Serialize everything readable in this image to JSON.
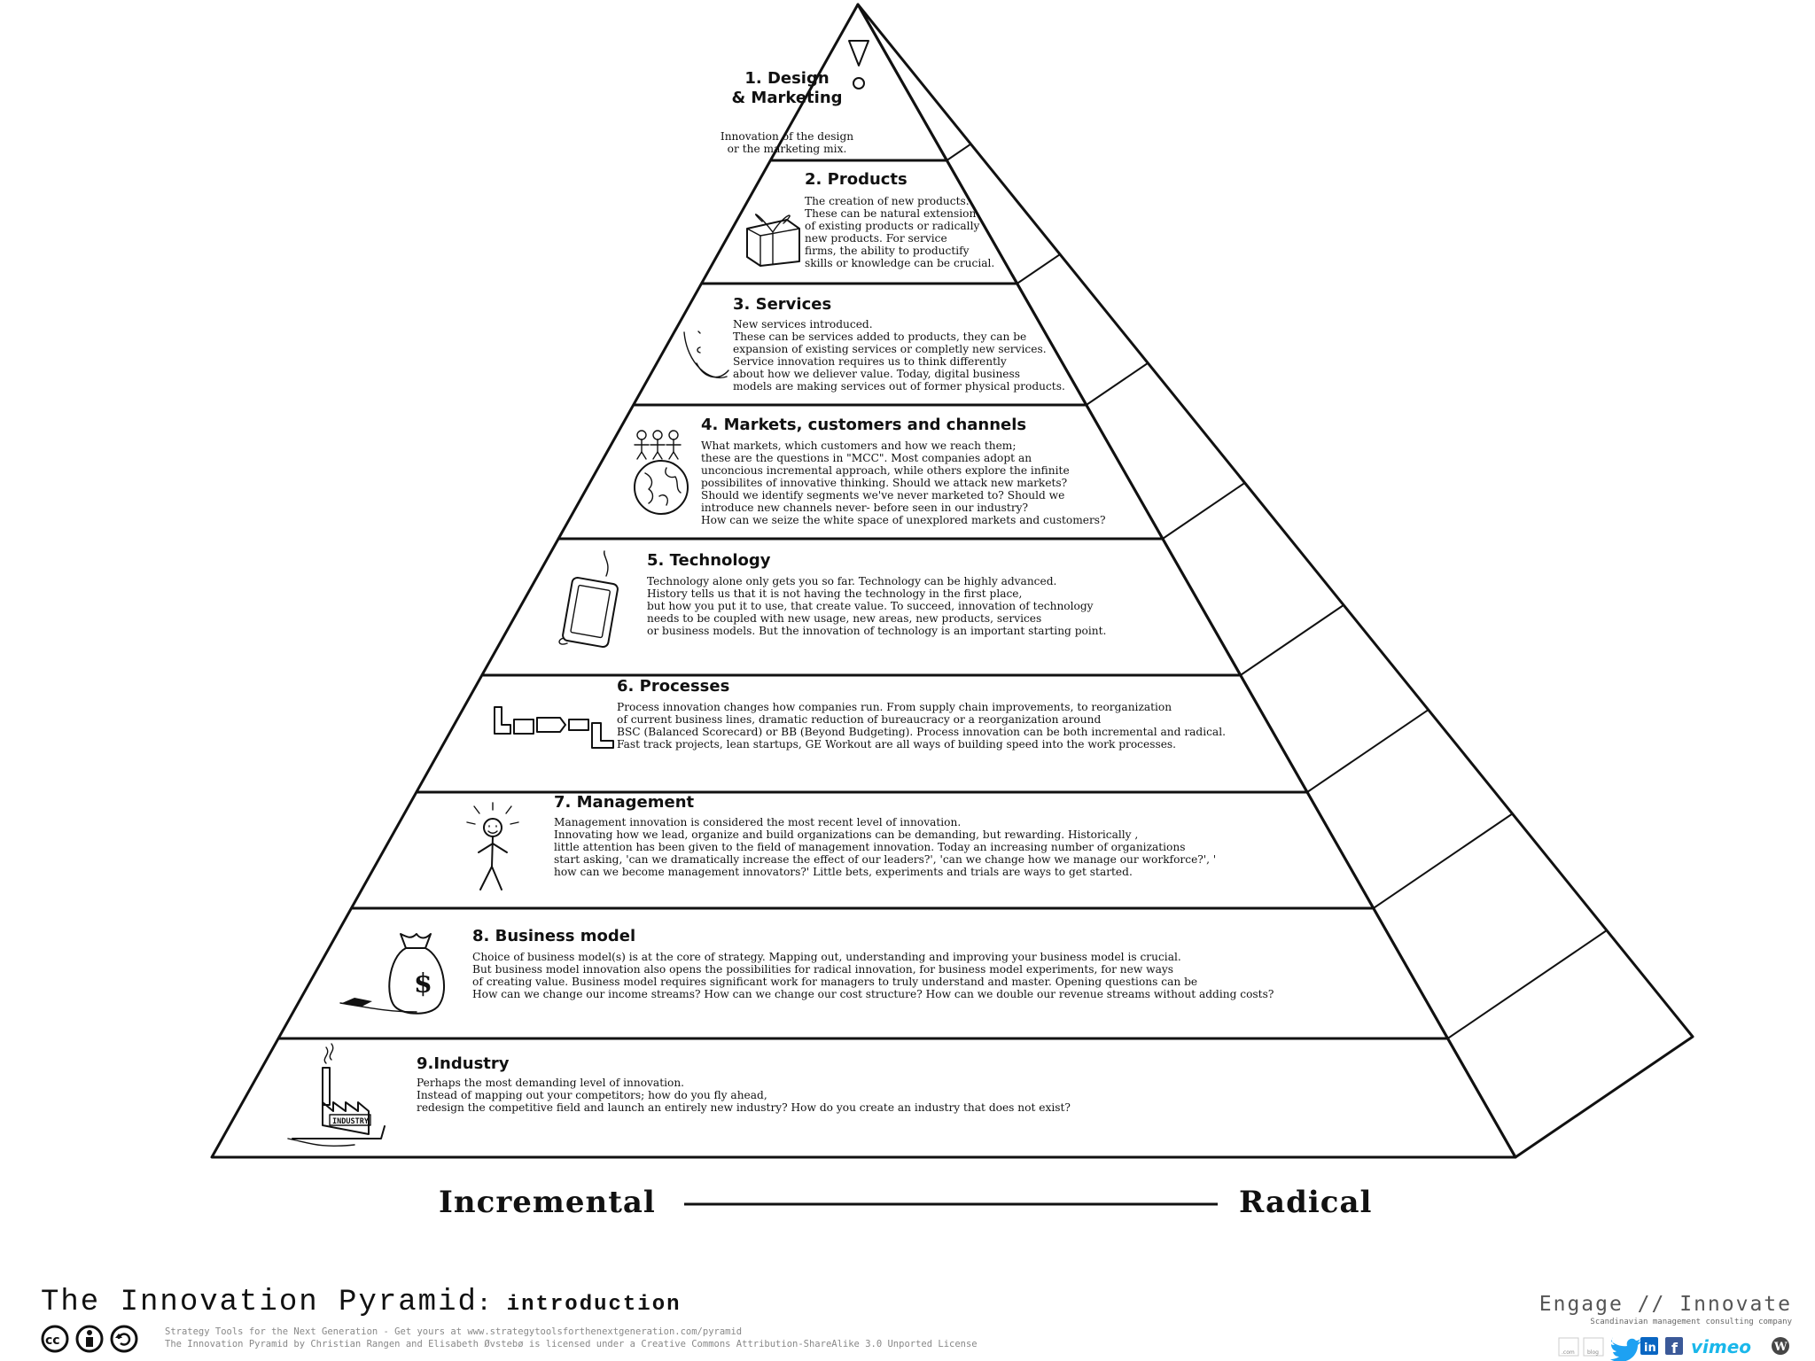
{
  "levels": [
    {
      "title": "1. Design\n& Marketing",
      "body": [
        "Innovation of the design",
        "or the marketing mix."
      ],
      "icon": "triangle-circle-icon"
    },
    {
      "title": "2. Products",
      "body": [
        "The creation of new products.",
        "These can be natural extension",
        "of existing products or radically",
        "new products. For service",
        "firms, the ability to productify",
        "skills or knowledge can be crucial."
      ],
      "icon": "gift-box-icon"
    },
    {
      "title": "3. Services",
      "body": [
        "New services introduced.",
        "These can be services added to products, they can be",
        "expansion of existing services or completly new services.",
        "Service innovation requires us to think differently",
        "about how we deliever value. Today, digital business",
        "models are making services out of former physical products."
      ],
      "icon": "smiley-face-icon"
    },
    {
      "title": "4. Markets, customers and channels",
      "body": [
        "What markets, which customers and how we reach them;",
        "these are the questions in \"MCC\". Most companies adopt an",
        "unconcious incremental approach, while others explore the infinite",
        "possibilites of innovative thinking. Should we attack new markets?",
        "Should we identify segments we've never marketed to? Should we",
        "introduce new channels never- before seen in our industry?",
        "How can we seize the white space of unexplored markets and customers?"
      ],
      "icon": "globe-people-icon"
    },
    {
      "title": "5. Technology",
      "body": [
        "Technology alone only gets you so far. Technology can be highly advanced.",
        "History tells us that it is not having the technology in the first place,",
        "but how you put it to use, that create value. To succeed, innovation of technology",
        "needs to be coupled with new usage, new areas, new products, services",
        "or business models. But the innovation of technology is an important starting point."
      ],
      "icon": "tablet-icon"
    },
    {
      "title": "6. Processes",
      "body": [
        "Process innovation changes how companies run. From supply chain improvements, to reorganization",
        "of current business lines, dramatic reduction of bureaucracy or a reorganization around",
        "BSC (Balanced Scorecard) or BB (Beyond Budgeting). Process innovation can be both incremental and radical.",
        "Fast track projects, lean startups, GE Workout are all ways of building speed into the work processes."
      ],
      "icon": "process-flow-icon"
    },
    {
      "title": "7. Management",
      "body": [
        "Management innovation is considered the most recent level of innovation.",
        "Innovating how we lead, organize and build organizations can be demanding, but rewarding. Historically ,",
        "little attention has been given to the field of management innovation. Today an increasing number of organizations",
        "start asking, 'can we dramatically increase the effect of our leaders?', 'can we change how we manage our workforce?', '",
        "how can we become management innovators?' Little bets, experiments and trials are ways to get started."
      ],
      "icon": "stick-figure-icon"
    },
    {
      "title": "8. Business model",
      "body": [
        "Choice of business model(s) is at the core of strategy. Mapping out, understanding and improving your business model is crucial.",
        "But business model innovation also opens the possibilities for radical innovation, for business model experiments, for new ways",
        "of creating value. Business model requires significant work for managers to truly understand and master. Opening questions can be",
        "How can we change our income streams? How can we change our cost structure? How can we double our revenue streams without adding costs?"
      ],
      "icon": "money-bag-icon"
    },
    {
      "title": "9.Industry",
      "body": [
        "Perhaps the most demanding level of innovation.",
        "Instead of mapping out your competitors;  how do you fly ahead,",
        "redesign the competitive field and launch an entirely new industry? How do you create an industry that does not exist?"
      ],
      "icon": "factory-icon",
      "icon_label": "INDUSTRY"
    }
  ],
  "axis": {
    "left": "Incremental",
    "right": "Radical"
  },
  "doc": {
    "title": "The Innovation Pyramid",
    "subtitle": ": introduction"
  },
  "footer": {
    "line1": "Strategy Tools for the Next Generation - Get yours at www.strategytoolsforthenextgeneration.com/pyramid",
    "line2": "The Innovation Pyramid by Christian Rangen and Elisabeth Øvstebø is licensed under a Creative Commons Attribution-ShareAlike 3.0 Unported License"
  },
  "license_icons": [
    "cc-icon",
    "by-icon",
    "sa-icon"
  ],
  "brand": {
    "name": "Engage // Innovate",
    "tagline": "Scandinavian management consulting company"
  },
  "social": [
    {
      "icon": "dotcom-icon",
      "label": ".com"
    },
    {
      "icon": "blog-icon",
      "label": "blog"
    },
    {
      "icon": "twitter-icon",
      "label": ""
    },
    {
      "icon": "linkedin-icon",
      "label": "in"
    },
    {
      "icon": "facebook-icon",
      "label": "f"
    },
    {
      "icon": "vimeo-icon",
      "label": "vimeo"
    },
    {
      "icon": "wordpress-icon",
      "label": "W"
    }
  ]
}
